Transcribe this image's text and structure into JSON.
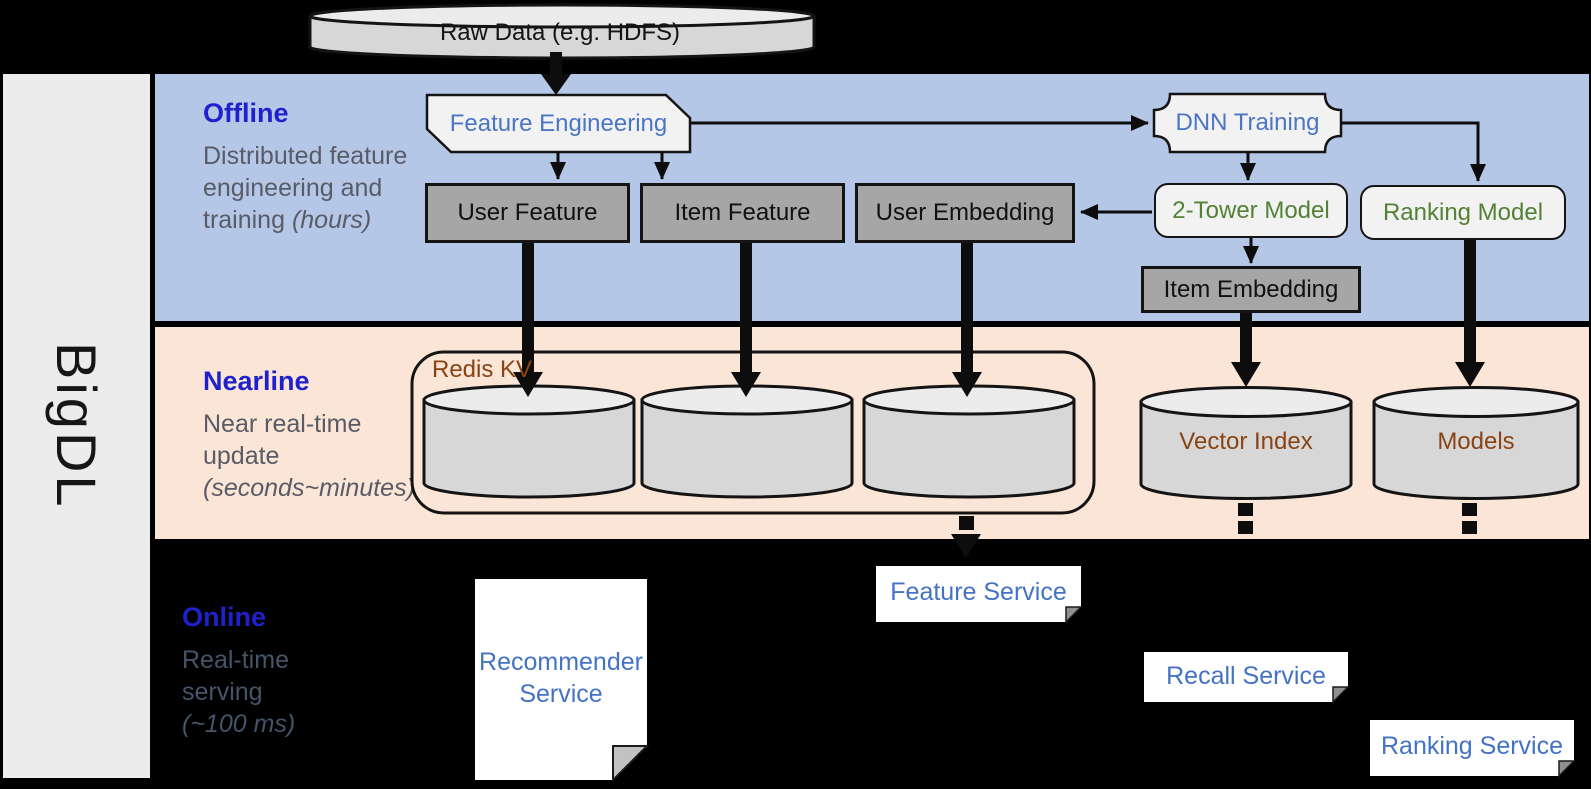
{
  "sidebar": {
    "label": "BigDL"
  },
  "source_store": {
    "label": "Raw Data (e.g. HDFS)"
  },
  "sections": {
    "offline": {
      "title": "Offline",
      "description": "Distributed feature engineering and training",
      "description_italic": "(hours)"
    },
    "nearline": {
      "title": "Nearline",
      "description": "Near real-time update",
      "description_italic": "(seconds~minutes)"
    },
    "online": {
      "title": "Online",
      "description": "Real-time serving",
      "description_italic": "(~100 ms)"
    }
  },
  "nodes": {
    "feature_engineering": {
      "label": "Feature Engineering"
    },
    "dnn_training": {
      "label": "DNN Training"
    },
    "user_feature": {
      "label": "User Feature"
    },
    "item_feature": {
      "label": "Item Feature"
    },
    "user_embedding": {
      "label": "User Embedding"
    },
    "two_tower_model": {
      "label": "2-Tower Model"
    },
    "ranking_model": {
      "label": "Ranking Model"
    },
    "item_embedding": {
      "label": "Item Embedding"
    },
    "redis_kv": {
      "label": "Redis KV"
    },
    "vector_index": {
      "label": "Vector Index"
    },
    "models": {
      "label": "Models"
    },
    "feature_service": {
      "label": "Feature Service"
    },
    "recall_service": {
      "label": "Recall Service"
    },
    "ranking_service": {
      "label": "Ranking Service"
    },
    "recommender_service": {
      "label": "Recommender Service"
    }
  },
  "colors": {
    "background": "#000000",
    "offline_band": "#b4c7e7",
    "nearline_band": "#fbe5d6",
    "section_title": "#1f22cc",
    "muted_text": "#595c66",
    "online_muted_text": "#44546a",
    "process_text": "#4a76c4",
    "model_text": "#538135",
    "storage_text": "#8a4413",
    "service_text": "#4472c4",
    "box_gray": "#a6a6a6",
    "box_light": "#f2f2f2",
    "cylinder_fill": "#d7d7d7",
    "sidebar_fill": "#ececec"
  }
}
